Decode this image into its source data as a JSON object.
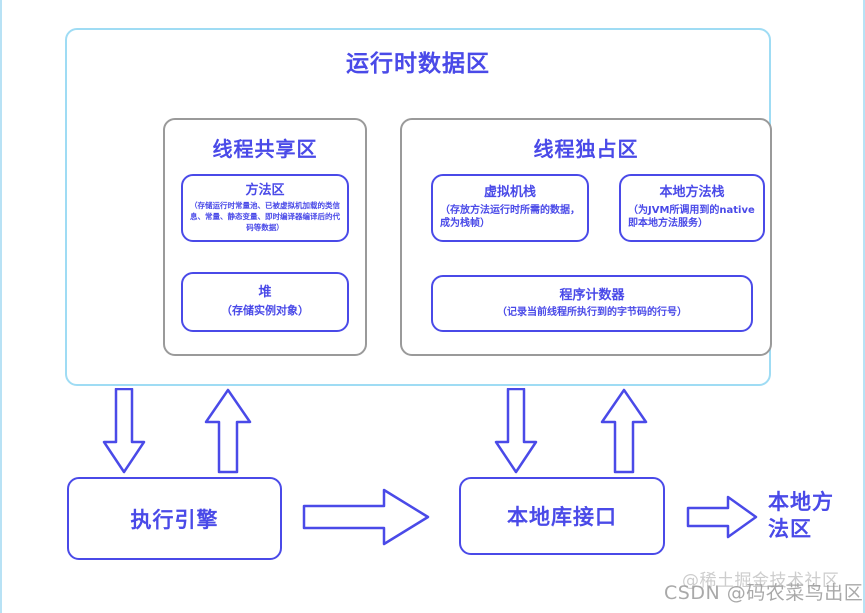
{
  "colors": {
    "accent_blue": "#4a4ae8",
    "outer_border": "#9fdcf4",
    "grey_border": "#9a9a9a",
    "background": "#ffffff",
    "watermark_grey": "#9b9b9b"
  },
  "runtime_area": {
    "title": "运行时数据区",
    "shared_region": {
      "title": "线程共享区",
      "nodes": [
        {
          "id": "method-area",
          "title": "方法区",
          "desc": "（存储运行时常量池、已被虚拟机加载的类信息、常量、静态变量、即时编译器编译后的代码等数据）"
        },
        {
          "id": "heap-area",
          "title": "堆",
          "desc": "（存储实例对象）"
        }
      ]
    },
    "exclusive_region": {
      "title": "线程独占区",
      "nodes": [
        {
          "id": "vm-stack",
          "title": "虚拟机栈",
          "desc": "（存放方法运行时所需的数据，成为栈帧）"
        },
        {
          "id": "native-stack",
          "title": "本地方法栈",
          "desc": "（为JVM所调用到的native即本地方法服务）"
        },
        {
          "id": "pc-register",
          "title": "程序计数器",
          "desc": "（记录当前线程所执行到的字节码的行号）"
        }
      ]
    }
  },
  "bottom_row": {
    "execution_engine": "执行引擎",
    "native_library_interface": "本地库接口",
    "native_method_area": "本地方法区"
  },
  "arrows": [
    {
      "id": "arrow-down-left",
      "icon": "arrow-down-icon",
      "from": "runtime-data-area",
      "to": "execution-engine"
    },
    {
      "id": "arrow-up-left",
      "icon": "arrow-up-icon",
      "from": "execution-engine",
      "to": "runtime-data-area"
    },
    {
      "id": "arrow-down-right",
      "icon": "arrow-down-icon",
      "from": "runtime-data-area",
      "to": "native-library-interface"
    },
    {
      "id": "arrow-up-right",
      "icon": "arrow-up-icon",
      "from": "native-library-interface",
      "to": "runtime-data-area"
    },
    {
      "id": "arrow-right-mid",
      "icon": "arrow-right-icon",
      "from": "execution-engine",
      "to": "native-library-interface"
    },
    {
      "id": "arrow-right-end",
      "icon": "arrow-right-icon",
      "from": "native-library-interface",
      "to": "native-method-area"
    }
  ],
  "watermarks": {
    "csdn": "CSDN @码农菜鸟出区",
    "juejin": "@稀土掘金技术社区"
  }
}
